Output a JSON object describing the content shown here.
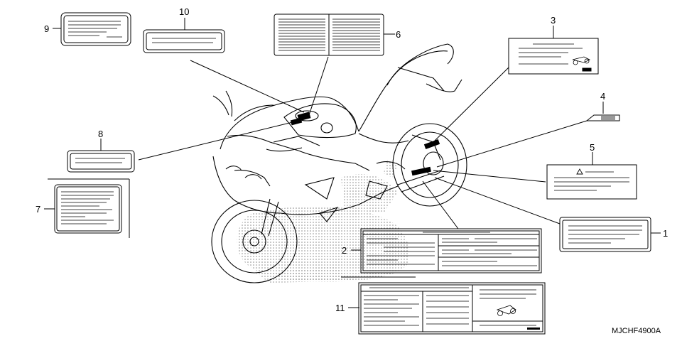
{
  "diagram": {
    "drawing_code": "MJCHF4900A",
    "callouts": [
      "1",
      "2",
      "3",
      "4",
      "5",
      "6",
      "7",
      "8",
      "9",
      "10",
      "11"
    ],
    "colors": {
      "ink": "#000000",
      "paper": "#ffffff",
      "tone": "#9a9a9a"
    },
    "icons": [
      "warning-triangle-icon",
      "motorcycle-pictogram-icon"
    ]
  }
}
